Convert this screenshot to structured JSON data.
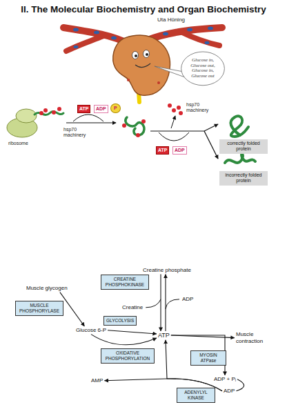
{
  "diagram": {
    "title": "II. The Molecular Biochemistry and Organ Biochemistry",
    "nodes": [
      {
        "text": [
          "Glucose in, Glucose out, Glucose in, Glucose out"
        ]
      },
      {
        "text": [
          "ATP"
        ]
      },
      {
        "text": [
          "ADP"
        ]
      },
      {
        "text": [
          "P"
        ]
      },
      {
        "text": [
          "ATP"
        ]
      },
      {
        "text": [
          "ADP"
        ]
      },
      {
        "text": [
          "correctly folded protein"
        ]
      },
      {
        "text": [
          "incorrectly folded protein"
        ]
      },
      {
        "text": [
          "Creatine phosphate"
        ]
      },
      {
        "text": [
          "Muscle glycogen"
        ]
      },
      {
        "text": [
          "CREATINE PHOSPHOKINASE"
        ]
      },
      {
        "text": [
          "Creatine"
        ]
      },
      {
        "text": [
          "ADP"
        ]
      },
      {
        "text": [
          "MUSCLE PHOSPHORYLASE"
        ]
      },
      {
        "text": [
          "Glucose 6-P"
        ]
      },
      {
        "text": [
          "GLYCOLYSIS"
        ]
      },
      {
        "text": [
          "ATP"
        ]
      },
      {
        "text": [
          "Muscle contraction"
        ]
      },
      {
        "text": [
          "OXIDATIVE PHOSPHORYLATION"
        ]
      },
      {
        "text": [
          "MYOSIN ATPase"
        ]
      },
      {
        "text": [
          "ADP + Pᵢ"
        ]
      },
      {
        "text": [
          "AMP"
        ]
      },
      {
        "text": [
          "ADP"
        ]
      },
      {
        "text": [
          "ADENYLYL KINASE"
        ]
      }
    ],
    "edges": [
      {
        "from": 9,
        "to": 14,
        "arrow": "to"
      },
      {
        "from": 14,
        "to": 16,
        "arrow": "to"
      },
      {
        "from": 14,
        "to": 16,
        "arrow": "to"
      },
      {
        "from": 8,
        "to": 16,
        "arrow": "to"
      },
      {
        "from": 16,
        "to": 8,
        "arrow": "to"
      },
      {
        "from": 16,
        "to": 17,
        "arrow": "to"
      },
      {
        "from": 16,
        "to": 20,
        "arrow": "to"
      },
      {
        "from": 22,
        "to": 21,
        "arrow": "to"
      },
      {
        "from": 22,
        "to": 16,
        "arrow": "to"
      },
      {
        "from": 20,
        "to": 22,
        "arrow": "none"
      }
    ],
    "labels": [
      "Uta Hüning",
      "ribosome",
      "hsp70 machinery",
      "hsp70 machinery"
    ]
  }
}
